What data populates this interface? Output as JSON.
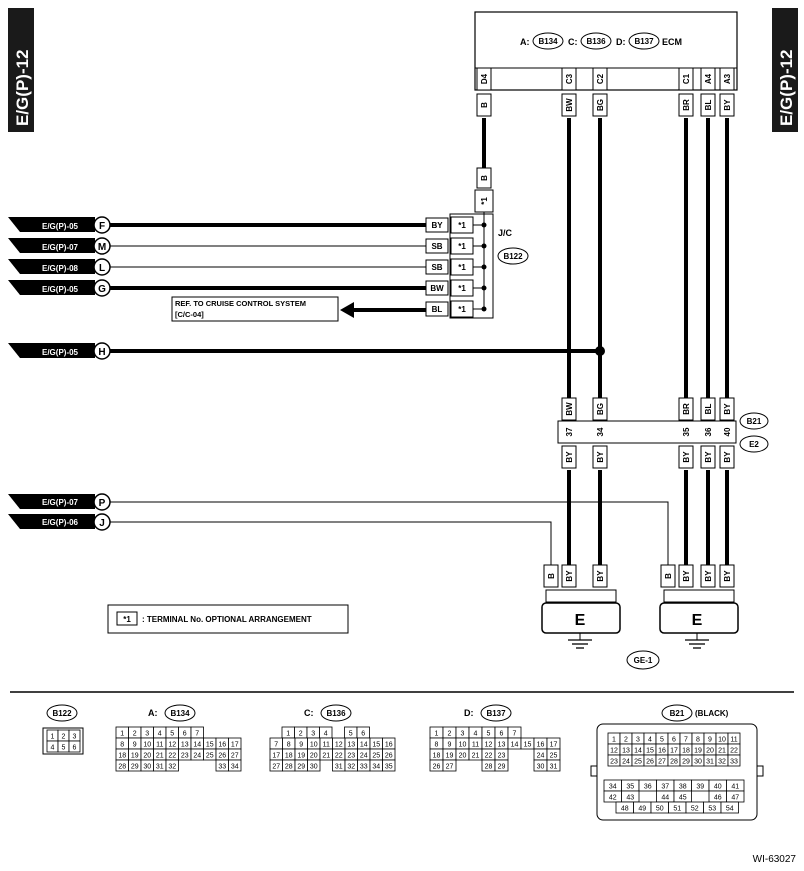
{
  "page_tag": "E/G(P)-12",
  "ecm": {
    "prefix_a": "A:",
    "conn_a": "B134",
    "prefix_c": "C:",
    "conn_c": "B136",
    "prefix_d": "D:",
    "conn_d": "B137",
    "label": "ECM"
  },
  "ecm_pins": [
    {
      "pin": "D4",
      "wire": "B"
    },
    {
      "pin": "C3",
      "wire": "BW"
    },
    {
      "pin": "C2",
      "wire": "BG"
    },
    {
      "pin": "C1",
      "wire": "BR"
    },
    {
      "pin": "A4",
      "wire": "BL"
    },
    {
      "pin": "A3",
      "wire": "BY"
    }
  ],
  "jc": {
    "label": "J/C",
    "connector": "B122",
    "top_wire": "B",
    "star": "*1",
    "rows": [
      {
        "ref": "E/G(P)-05",
        "letter": "F",
        "wire": "BY",
        "star": "*1"
      },
      {
        "ref": "E/G(P)-07",
        "letter": "M",
        "wire": "SB",
        "star": "*1"
      },
      {
        "ref": "E/G(P)-08",
        "letter": "L",
        "wire": "SB",
        "star": "*1"
      },
      {
        "ref": "E/G(P)-05",
        "letter": "G",
        "wire": "BW",
        "star": "*1"
      },
      {
        "wire": "BL",
        "star": "*1"
      }
    ]
  },
  "cruise_ref": {
    "line1": "REF. TO CRUISE CONTROL SYSTEM",
    "line2": "[C/C-04]"
  },
  "h_ref": {
    "ref": "E/G(P)-05",
    "letter": "H"
  },
  "p_ref": {
    "ref": "E/G(P)-07",
    "letter": "P"
  },
  "j_ref": {
    "ref": "E/G(P)-06",
    "letter": "J"
  },
  "b21": {
    "conn": "B21",
    "conn2": "E2",
    "pins": [
      {
        "top": "BW",
        "pin": "37",
        "bottom": "BY"
      },
      {
        "top": "BG",
        "pin": "34",
        "bottom": "BY"
      },
      {
        "top": "BR",
        "pin": "35",
        "bottom": "BY"
      },
      {
        "top": "BL",
        "pin": "36",
        "bottom": "BY"
      },
      {
        "top": "BY",
        "pin": "40",
        "bottom": "BY"
      }
    ]
  },
  "grounds": {
    "left": {
      "wires": [
        "B",
        "BY",
        "BY"
      ],
      "label": "E"
    },
    "right": {
      "wires": [
        "B",
        "BY",
        "BY",
        "BY"
      ],
      "label": "E"
    },
    "tag": "GE-1"
  },
  "legend": {
    "symbol": "*1",
    "text": ": TERMINAL No. OPTIONAL ARRANGEMENT"
  },
  "conn_views": {
    "b122": {
      "name": "B122",
      "rows": [
        [
          "1",
          "2",
          "3"
        ],
        [
          "4",
          "5",
          "6"
        ]
      ]
    },
    "b134": {
      "prefix": "A:",
      "name": "B134",
      "rows": [
        [
          "1",
          "2",
          "3",
          "4",
          "5",
          "6",
          "7"
        ],
        [
          "8",
          "9",
          "10",
          "11",
          "12",
          "13",
          "14",
          "15",
          "16",
          "17"
        ],
        [
          "18",
          "19",
          "20",
          "21",
          "22",
          "23",
          "24",
          "25",
          "26",
          "27"
        ],
        [
          "28",
          "29",
          "30",
          "31",
          "32",
          "",
          "",
          "",
          "33",
          "34"
        ]
      ]
    },
    "b136": {
      "prefix": "C:",
      "name": "B136",
      "rows": [
        [
          "1",
          "2",
          "3",
          "4",
          "",
          "5",
          "6"
        ],
        [
          "7",
          "8",
          "9",
          "10",
          "11",
          "12",
          "13",
          "14",
          "15",
          "16"
        ],
        [
          "17",
          "18",
          "19",
          "20",
          "21",
          "22",
          "23",
          "24",
          "25",
          "26"
        ],
        [
          "27",
          "28",
          "29",
          "30",
          "",
          "31",
          "32",
          "33",
          "34",
          "35"
        ]
      ]
    },
    "b137": {
      "prefix": "D:",
      "name": "B137",
      "rows": [
        [
          "1",
          "2",
          "3",
          "4",
          "5",
          "6",
          "7"
        ],
        [
          "8",
          "9",
          "10",
          "11",
          "12",
          "13",
          "14",
          "15",
          "16",
          "17"
        ],
        [
          "18",
          "19",
          "20",
          "21",
          "22",
          "23",
          "",
          "",
          "24",
          "25"
        ],
        [
          "26",
          "27",
          "",
          "",
          "28",
          "29",
          "",
          "",
          "30",
          "31"
        ]
      ]
    },
    "b21": {
      "name": "B21",
      "color": "(BLACK)",
      "rows": [
        [
          "1",
          "2",
          "3",
          "4",
          "5",
          "6",
          "7",
          "8",
          "9",
          "10",
          "11"
        ],
        [
          "12",
          "13",
          "14",
          "15",
          "16",
          "17",
          "18",
          "19",
          "20",
          "21",
          "22"
        ],
        [
          "23",
          "24",
          "25",
          "26",
          "27",
          "28",
          "29",
          "30",
          "31",
          "32",
          "33"
        ]
      ],
      "rows2": [
        [
          "34",
          "35",
          "36",
          "37",
          "38",
          "39",
          "40",
          "41"
        ],
        [
          "42",
          "43",
          "",
          "44",
          "45",
          "",
          "46",
          "47"
        ],
        [
          "48",
          "49",
          "50",
          "51",
          "52",
          "53",
          "54"
        ]
      ]
    }
  },
  "figure_id": "WI-63027"
}
